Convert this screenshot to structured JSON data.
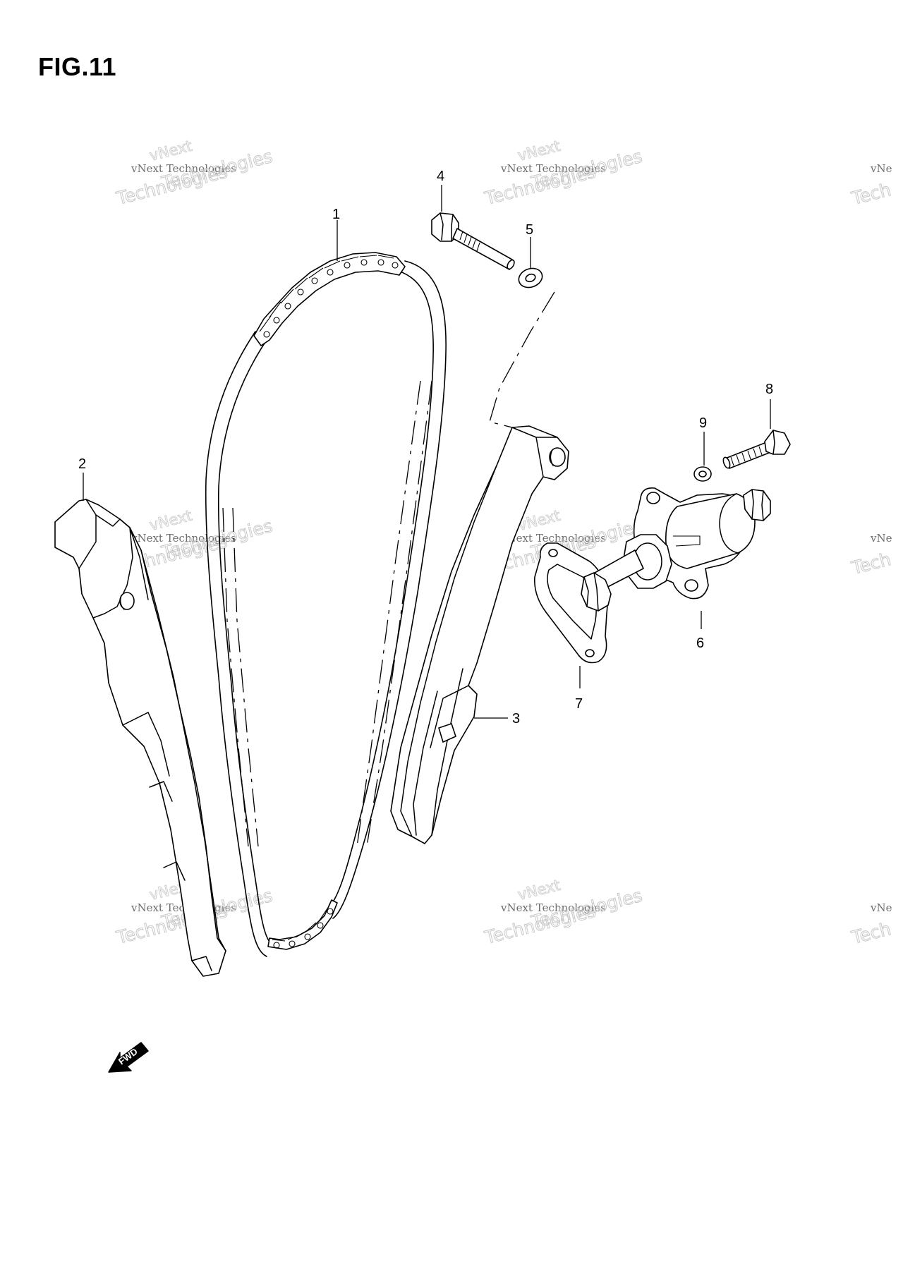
{
  "figure": {
    "title": "FIG.11"
  },
  "callouts": {
    "c1": "1",
    "c2": "2",
    "c3": "3",
    "c4": "4",
    "c5": "5",
    "c6": "6",
    "c7": "7",
    "c8": "8",
    "c9": "9"
  },
  "watermark": {
    "line": "vNext Technologies",
    "outline_word": "Technologies",
    "outline_top": "vNext",
    "partial_line": "vNe",
    "partial_outline": "Tech"
  },
  "direction_arrow": {
    "label": "FWD"
  }
}
